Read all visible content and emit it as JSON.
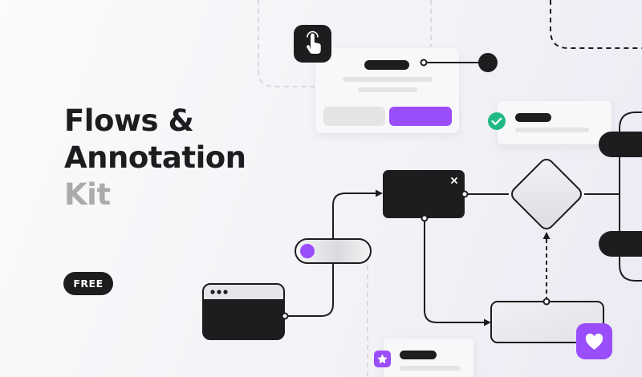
{
  "hero": {
    "title_line1": "Flows &",
    "title_line2": "Annotation",
    "title_line3": "Kit",
    "badge": "FREE"
  },
  "colors": {
    "ink": "#1d1d20",
    "accent": "#9a4dfb",
    "success": "#1fb985",
    "muted_text": "#ababab",
    "card": "#f8f8fa",
    "skeleton": "#e4e4e7"
  },
  "icons": {
    "hand": "pointer-hand-icon",
    "check": "check-circle-icon",
    "star": "star-icon",
    "heart": "heart-icon",
    "close": "close-icon",
    "dots": "window-dots-icon"
  }
}
